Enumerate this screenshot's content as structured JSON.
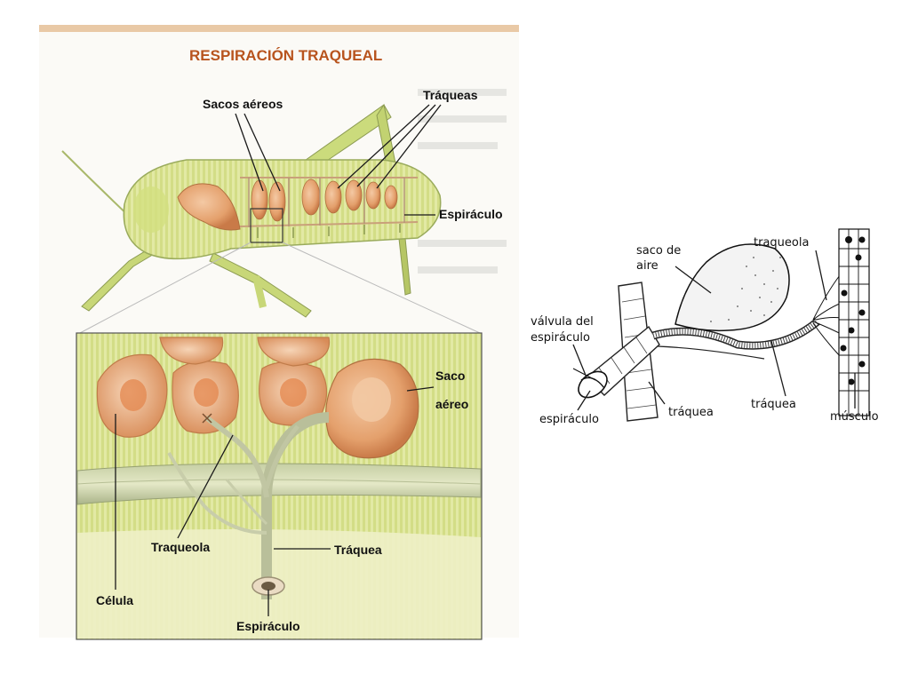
{
  "left_panel": {
    "title": "RESPIRACIÓN TRAQUEAL",
    "labels": {
      "sacos_aereos": "Sacos aéreos",
      "traqueas": "Tráqueas",
      "espiraculo_top": "Espiráculo",
      "saco_aereo_1": "Saco",
      "saco_aereo_2": "aéreo",
      "traqueola": "Traqueola",
      "traquea": "Tráquea",
      "celula": "Célula",
      "espiraculo_bottom": "Espiráculo"
    }
  },
  "right_panel": {
    "labels": {
      "saco_de_aire_1": "saco de",
      "saco_de_aire_2": "aire",
      "traqueola": "traqueola",
      "valvula_1": "válvula del",
      "valvula_2": "espiráculo",
      "espiraculo": "espiráculo",
      "traquea_left": "tráquea",
      "traquea_right": "tráquea",
      "musculo": "músculo"
    }
  },
  "colors": {
    "title": "#b8541e",
    "insect_body": "#d6e48a",
    "tissue_bg": "#dfe79a",
    "air_sac": "#e8a878"
  }
}
